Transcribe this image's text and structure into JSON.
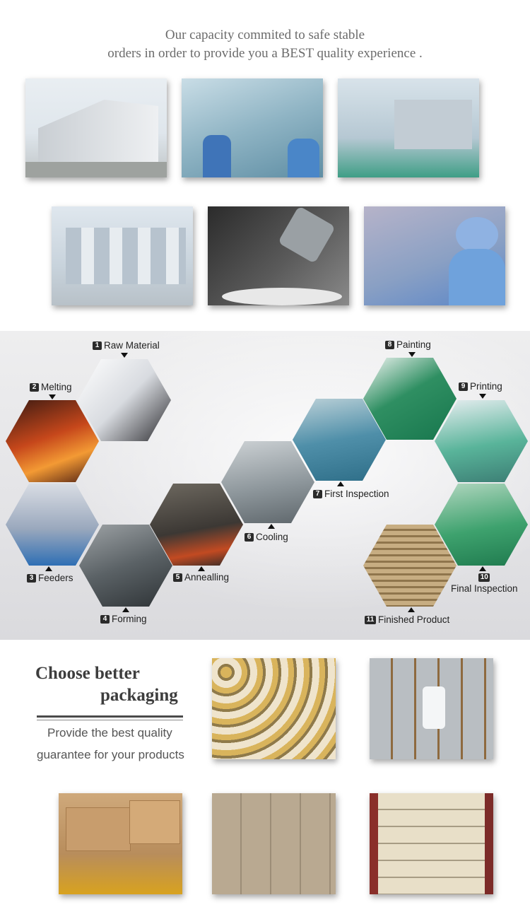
{
  "header": {
    "line1": "Our capacity commited to safe stable",
    "line2": "orders in order to provide you a BEST quality experience ."
  },
  "process": {
    "steps": [
      {
        "num": "1",
        "label": "Raw Material"
      },
      {
        "num": "2",
        "label": "Melting"
      },
      {
        "num": "3",
        "label": "Feeders"
      },
      {
        "num": "4",
        "label": "Forming"
      },
      {
        "num": "5",
        "label": "Annealling"
      },
      {
        "num": "6",
        "label": "Cooling"
      },
      {
        "num": "7",
        "label": "First Inspection"
      },
      {
        "num": "8",
        "label": "Painting"
      },
      {
        "num": "9",
        "label": "Printing"
      },
      {
        "num": "10",
        "label": "Final Inspection"
      },
      {
        "num": "11",
        "label": "Finished Product"
      }
    ]
  },
  "packaging": {
    "title_line1": "Choose better",
    "title_line2": "packaging",
    "subtitle_line1": "Provide the best quality",
    "subtitle_line2": "guarantee for your products"
  },
  "colors": {
    "heading_text": "#6b6b6b",
    "band_background": "#e6e6e8",
    "label_badge": "#2b2b2b"
  }
}
